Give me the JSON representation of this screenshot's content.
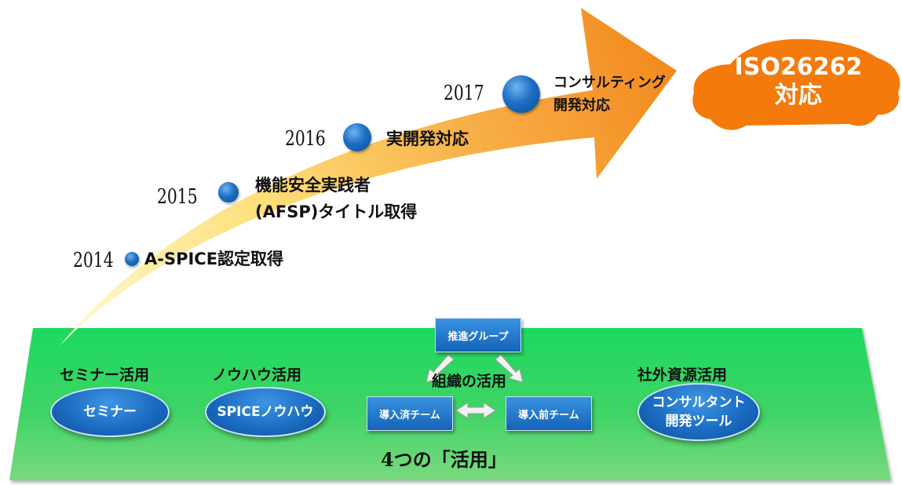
{
  "milestones": [
    {
      "year": "2014",
      "title": "A-SPICE認定取得"
    },
    {
      "year": "2015",
      "title_line1": "機能安全実践者",
      "title_line2": "(AFSP)タイトル取得"
    },
    {
      "year": "2016",
      "title": "実開発対応"
    },
    {
      "year": "2017",
      "title_line1": "コンサルティング",
      "title_line2": "開発対応"
    }
  ],
  "goal": {
    "line1": "ISO26262",
    "line2": "対応"
  },
  "platform": {
    "caption": "4つの「活用」",
    "categories": [
      {
        "label": "セミナー活用",
        "button": "セミナー"
      },
      {
        "label": "ノウハウ活用",
        "button": "SPICEノウハウ"
      },
      {
        "label": "組織の活用",
        "top_box": "推進グループ",
        "left_box": "導入済チーム",
        "right_box": "導入前チーム"
      },
      {
        "label": "社外資源活用",
        "button_line1": "コンサルタント",
        "button_line2": "開発ツール"
      }
    ]
  },
  "colors": {
    "arrow_start": "#fff6b0",
    "arrow_end": "#f28a1e",
    "goal_fill": "#f47a0c",
    "platform_fill": "#1bd75a",
    "button_blue": "#1b6cc2"
  }
}
